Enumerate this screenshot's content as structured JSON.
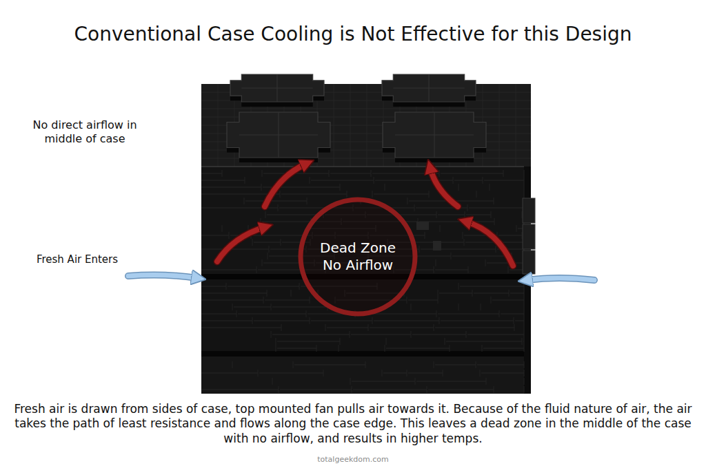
{
  "diagram": {
    "title": "Conventional Case Cooling is Not Effective for this Design",
    "caption": "Fresh air is drawn from sides of case, top mounted fan pulls air towards it. Because of the fluid nature of air, the air takes the path of least resistance and flows along the case edge. This leaves a dead zone in the middle of the case with no airflow, and results in higher temps.",
    "nodes": [
      {
        "text": [
          "Dead Zone No Airflow"
        ]
      }
    ],
    "labels": [
      "No direct airflow in middle of case",
      "Fresh Air Enters",
      "totalgeekdom.com"
    ]
  }
}
